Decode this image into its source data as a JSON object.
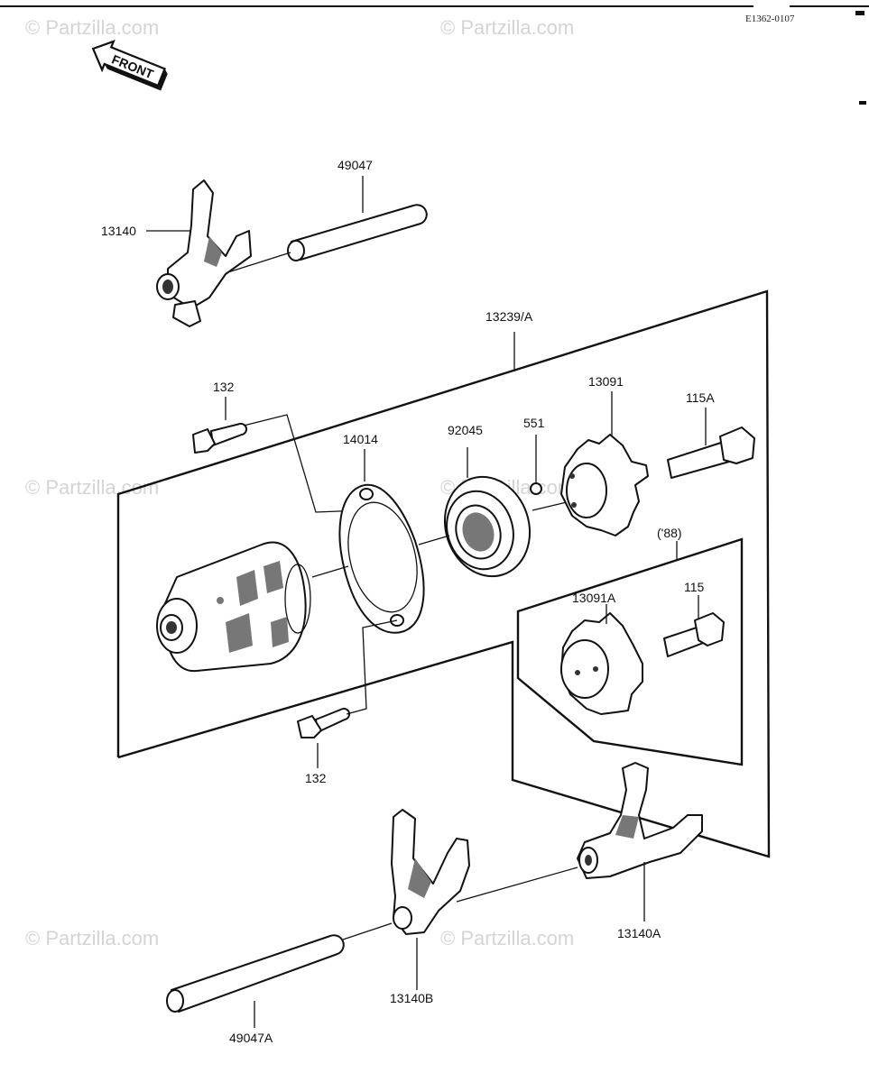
{
  "document": {
    "code": "E1362-0107",
    "front_label": "FRONT",
    "watermark": "© Partzilla.com"
  },
  "parts": {
    "fork_top": "13140",
    "rod_top": "49047",
    "assembly": "13239/A",
    "bolt_upper": "132",
    "bolt_lower": "132",
    "holder": "14014",
    "bearing": "92045",
    "pin": "551",
    "plate": "13091",
    "bolt_plate": "115A",
    "variant_note": "('88)",
    "plate_88": "13091A",
    "bolt_88": "115",
    "fork_a": "13140A",
    "fork_b": "13140B",
    "rod_bottom": "49047A"
  }
}
